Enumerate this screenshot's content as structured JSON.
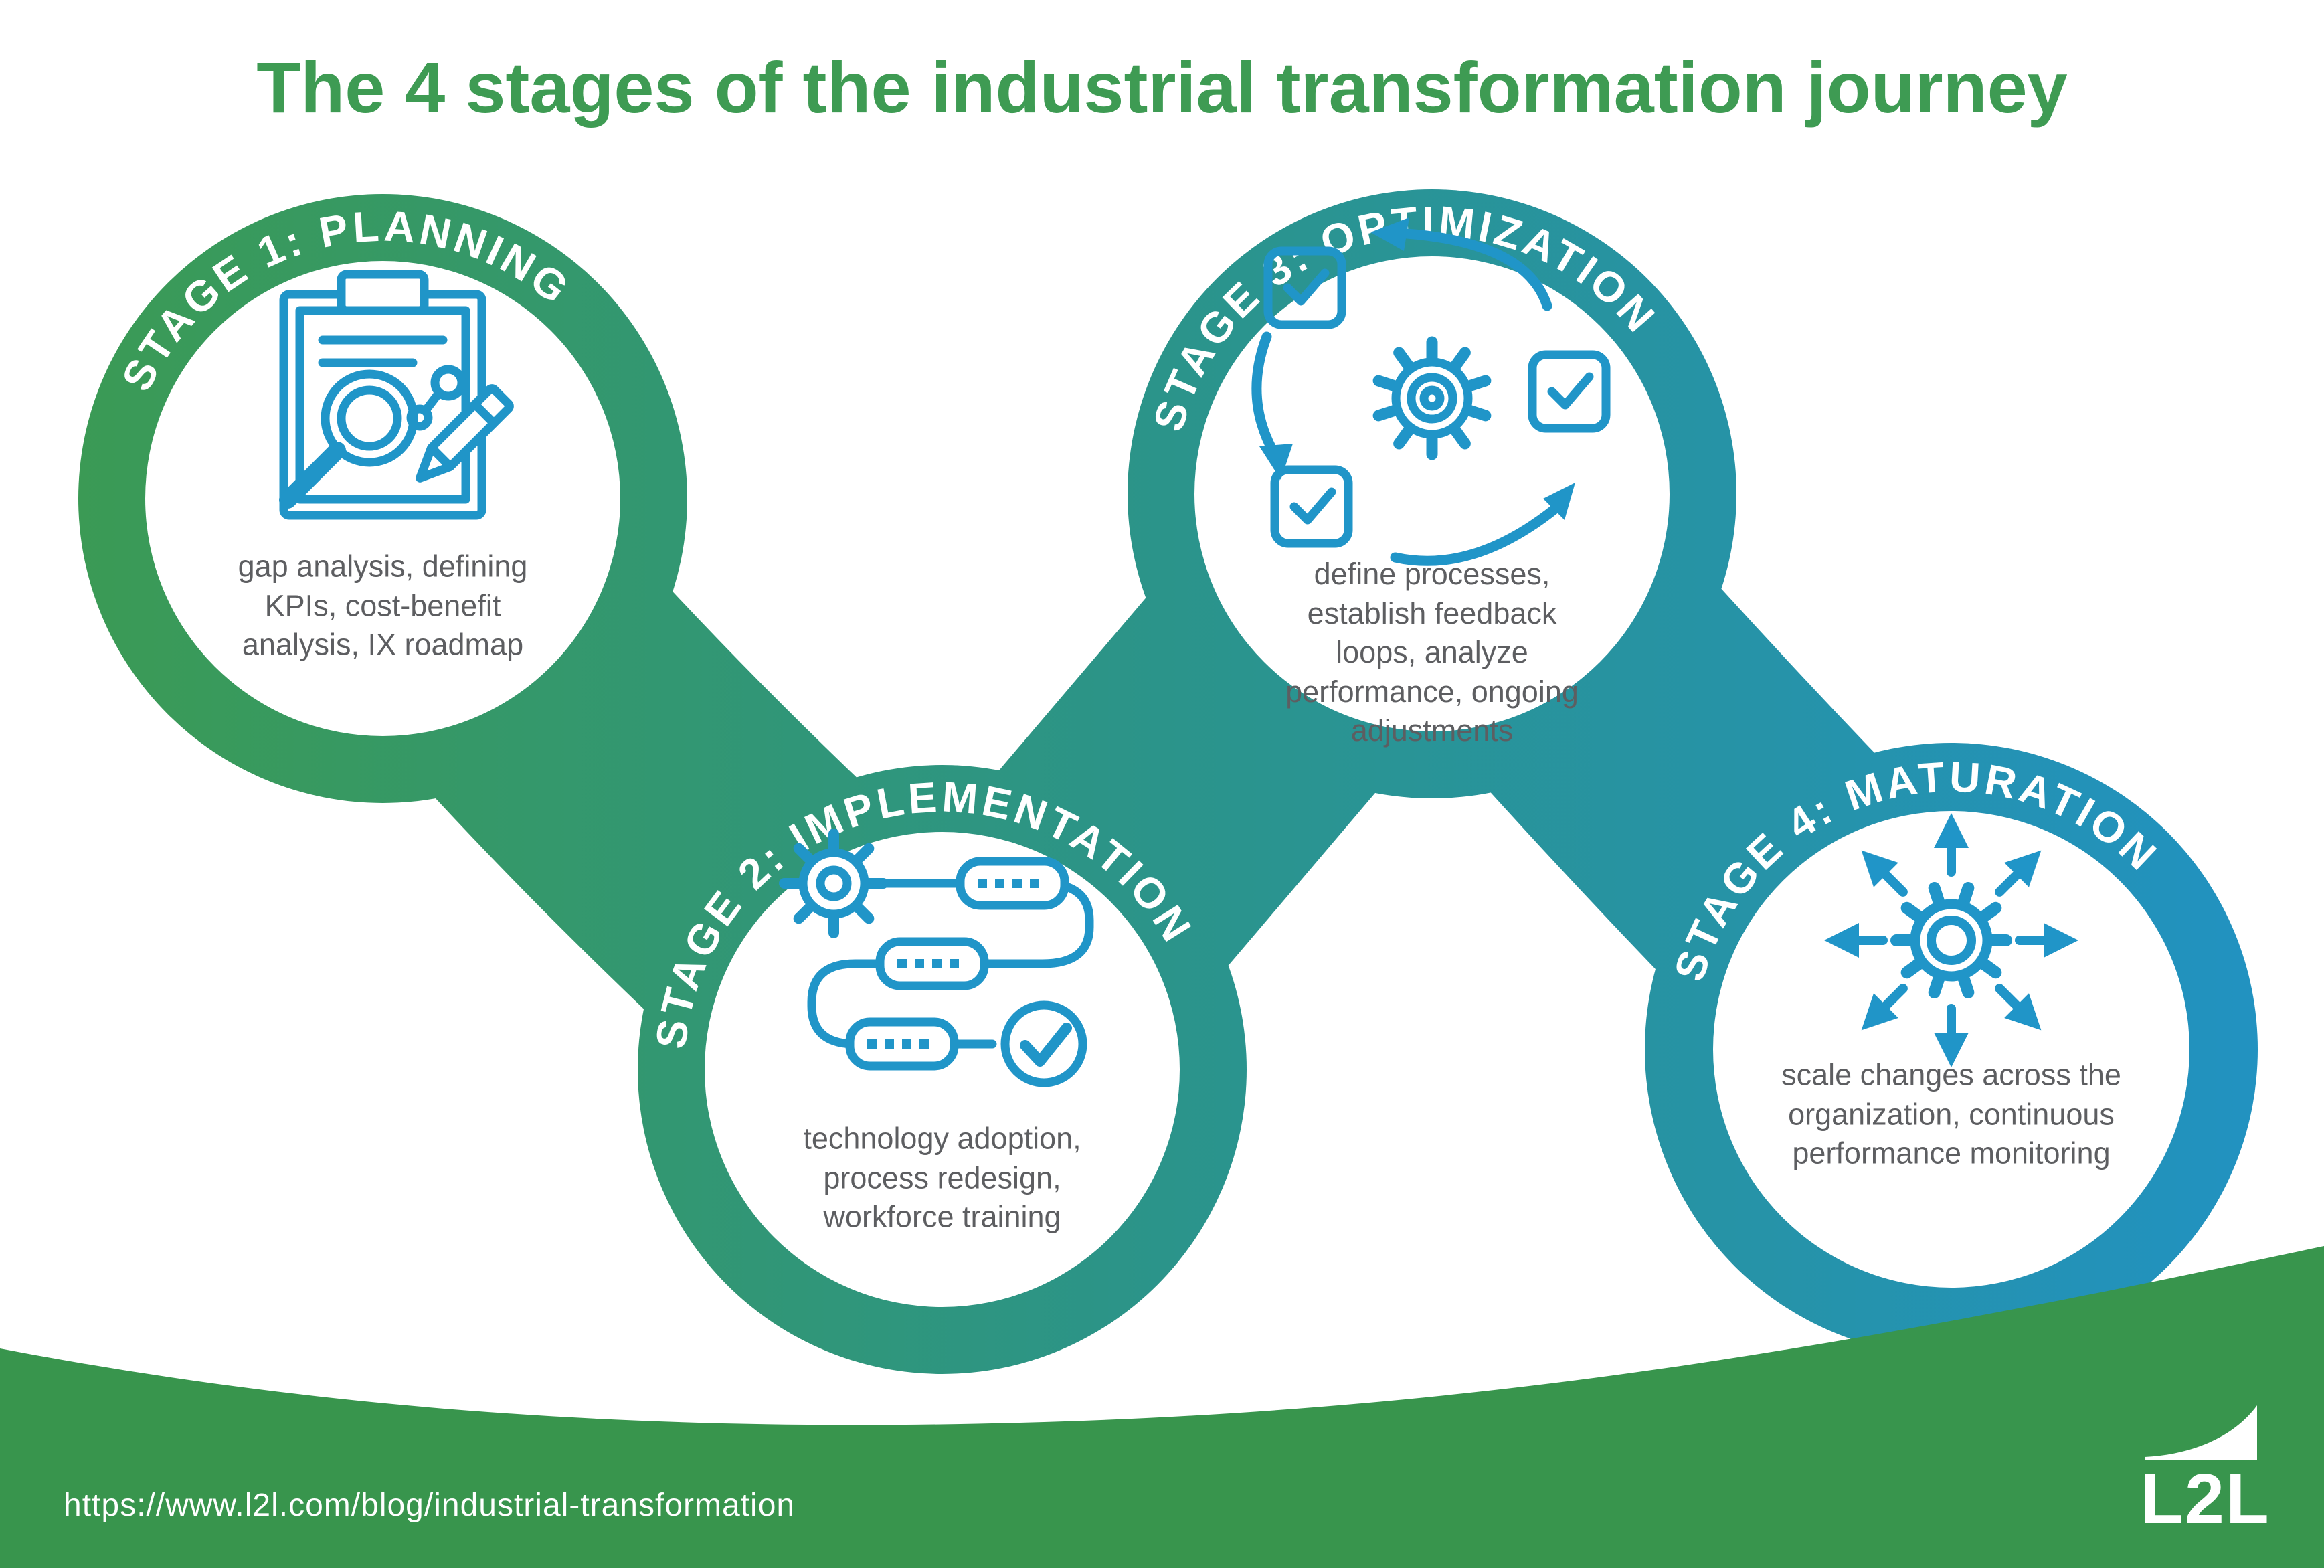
{
  "title": "The 4 stages of the industrial transformation journey",
  "stages": [
    {
      "label": "STAGE 1: PLANNING",
      "description": "gap analysis, defining\nKPIs, cost-benefit\nanalysis, IX roadmap",
      "icon": "clipboard-magnifier-pencil-icon"
    },
    {
      "label": "STAGE 2: IMPLEMENTATION",
      "description": "technology adoption,\nprocess redesign,\nworkforce training",
      "icon": "gear-workflow-check-icon"
    },
    {
      "label": "STAGE 3: OPTIMIZATION",
      "description": "define processes,\nestablish feedback\nloops, analyze\nperformance, ongoing\nadjustments",
      "icon": "checkbox-cycle-gear-icon"
    },
    {
      "label": "STAGE 4: MATURATION",
      "description": "scale changes across the\norganization, continuous\nperformance monitoring",
      "icon": "gear-radiating-arrows-icon"
    }
  ],
  "footer": {
    "url": "https://www.l2l.com/blog/industrial-transformation",
    "logo_text": "L2L"
  },
  "colors": {
    "gradient_start": "#3C9B51",
    "gradient_mid": "#2B948A",
    "gradient_end": "#2192C4",
    "title_green": "#3E9B53",
    "footer_green": "#38954D",
    "icon_blue": "#2095C8",
    "description_gray": "#5D5E61"
  }
}
